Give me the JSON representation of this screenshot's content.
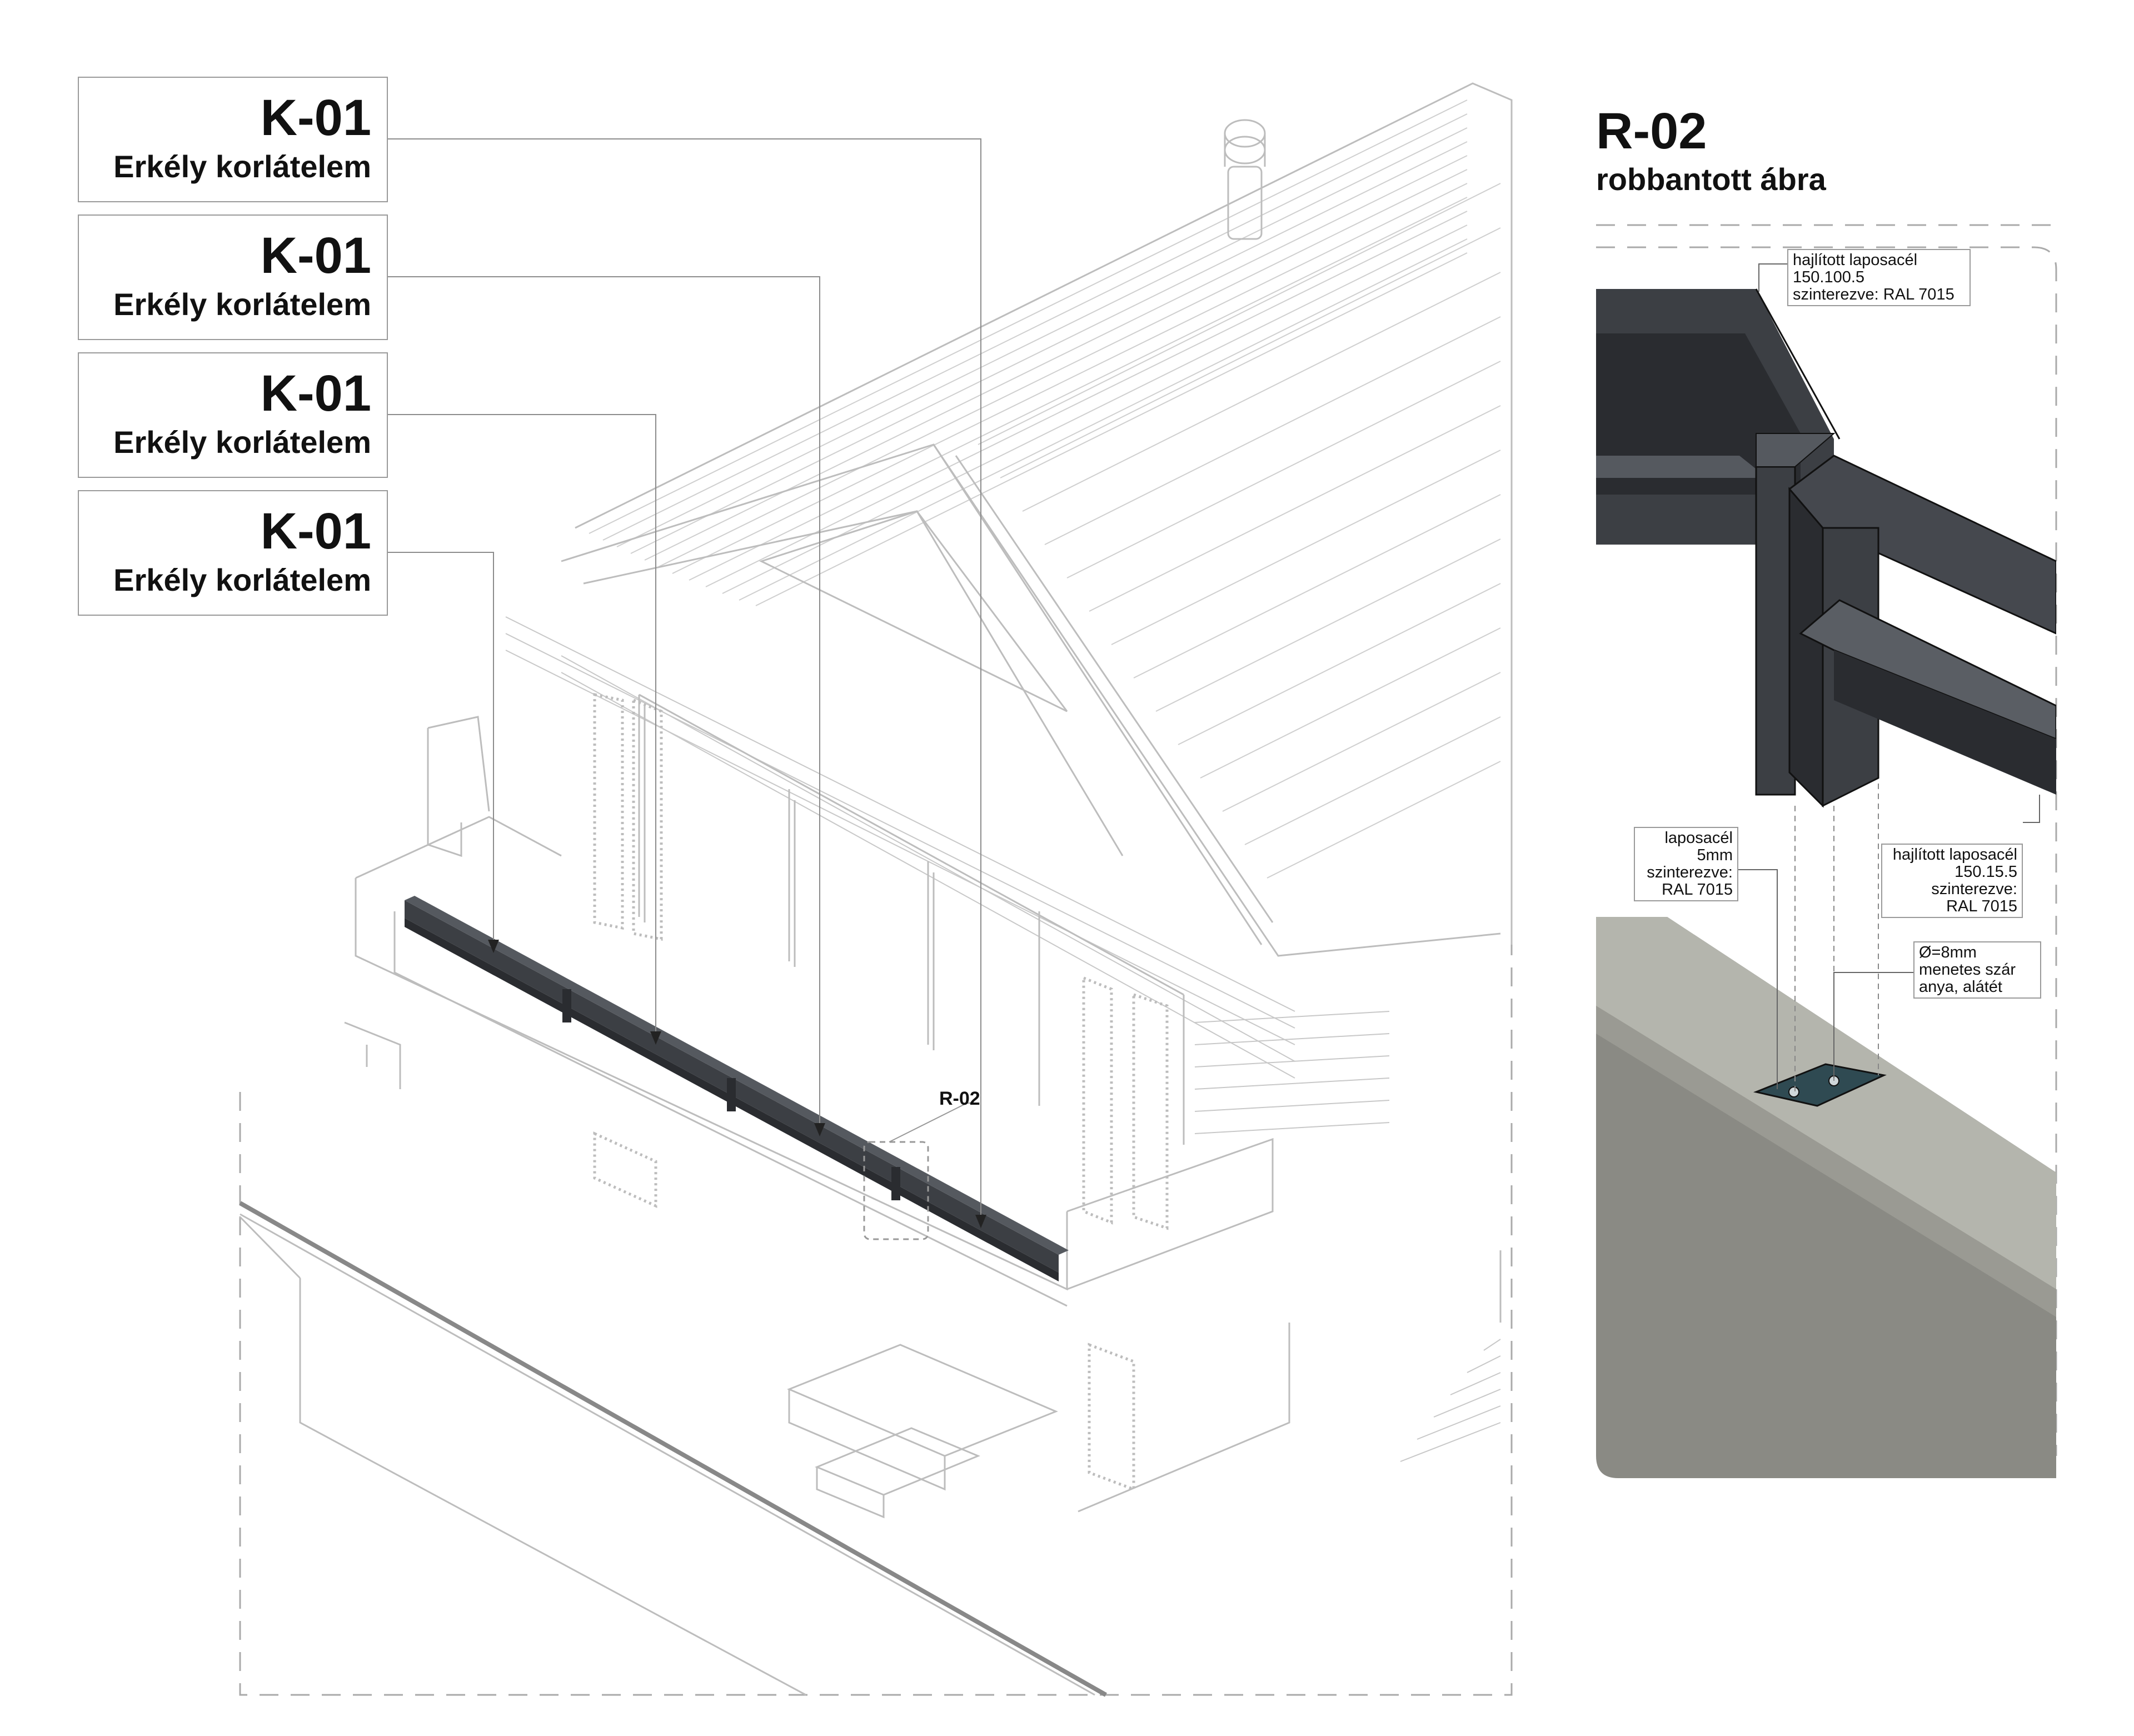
{
  "tags": [
    {
      "code": "K-01",
      "label": "Erkély korlátelem"
    },
    {
      "code": "K-01",
      "label": "Erkély korlátelem"
    },
    {
      "code": "K-01",
      "label": "Erkély korlátelem"
    },
    {
      "code": "K-01",
      "label": "Erkély korlátelem"
    }
  ],
  "detail": {
    "code": "R-02",
    "subtitle": "robbantott ábra",
    "callout": "R-02",
    "notes": {
      "top": [
        "hajlított laposacél",
        "150.100.5",
        "szinterezve: RAL 7015"
      ],
      "left": [
        "laposacél",
        "5mm",
        "szinterezve:",
        "RAL 7015"
      ],
      "right": [
        "hajlított laposacél",
        "150.15.5",
        "szinterezve:",
        "RAL 7015"
      ],
      "rod": [
        "Ø=8mm",
        "menetes szár",
        "anya, alátét"
      ]
    }
  },
  "colors": {
    "steel": "#3c3f44",
    "steel_dark": "#2a2c30",
    "plate": "#2f4a52",
    "concrete_top": "#b4b5ad",
    "concrete_side": "#8a8a84",
    "linework": "#b8b8b8"
  }
}
